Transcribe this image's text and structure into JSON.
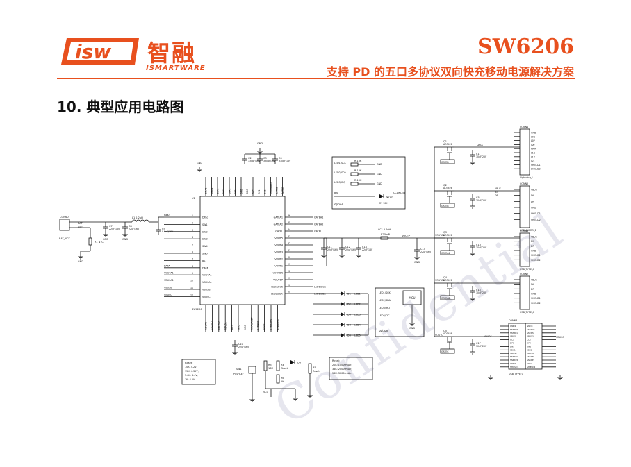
{
  "header": {
    "logo_word": "isw",
    "logo_cn": "智融",
    "logo_sub": "ISMARTWARE",
    "model": "SW6206",
    "subtitle": "支持 PD 的五口多协议双向快充移动电源解决方案"
  },
  "section": {
    "title": "10. 典型应用电路图"
  },
  "watermark": "Confidential",
  "schematic": {
    "ic": {
      "ref": "U1",
      "name": "SW6206"
    },
    "ic_left_pins": [
      {
        "num": "1",
        "name": "DPA3"
      },
      {
        "num": "2",
        "name": "SW1"
      },
      {
        "num": "3",
        "name": "SW2"
      },
      {
        "num": "4",
        "name": "SW3"
      },
      {
        "num": "5",
        "name": "SW4"
      },
      {
        "num": "6",
        "name": "SW5"
      },
      {
        "num": "7",
        "name": "BST"
      },
      {
        "num": "8",
        "name": "DATA"
      },
      {
        "num": "9",
        "name": "VOUTA1"
      },
      {
        "num": "10",
        "name": "VBUSA1"
      },
      {
        "num": "11",
        "name": "VBUSB"
      },
      {
        "num": "12",
        "name": "VBUSC"
      }
    ],
    "ic_left_nets": [
      "DPA3",
      "",
      "",
      "",
      "",
      "",
      "",
      "DATA",
      "VOUTA1",
      "VBUSA1",
      "VBUSB",
      "VBUSC"
    ],
    "ic_right_pins": [
      {
        "num": "36",
        "name": "GATEA1",
        "net": "GATEA1"
      },
      {
        "num": "35",
        "name": "GATEA2",
        "net": "GATEA2"
      },
      {
        "num": "34",
        "name": "GATEL",
        "net": "GATEL"
      },
      {
        "num": "33",
        "name": "VOUT5",
        "net": ""
      },
      {
        "num": "32",
        "name": "VOUT4",
        "net": ""
      },
      {
        "num": "31",
        "name": "VOUT3",
        "net": ""
      },
      {
        "num": "30",
        "name": "VOUT2",
        "net": ""
      },
      {
        "num": "29",
        "name": "VOUT1",
        "net": ""
      },
      {
        "num": "28",
        "name": "VOUTBN",
        "net": ""
      },
      {
        "num": "27",
        "name": "VOUTBP",
        "net": ""
      },
      {
        "num": "26",
        "name": "LED1/SCK",
        "net": "LED1/SCK"
      },
      {
        "num": "25",
        "name": "LED2/SDA",
        "net": "LED2/SDA"
      }
    ],
    "ic_top_pins": [
      "DMA2",
      "DMA1",
      "DPA1",
      "DPA2",
      "DPA1",
      "DPB",
      "DMB",
      "DMC",
      "DPC",
      "CC1",
      "CC2",
      "CCLIN/LED",
      "GATEB",
      "GATEE"
    ],
    "ic_bottom_pins": [
      "VOUTC",
      "VOUTA2",
      "VBUSA2",
      "VBUSL",
      "BAT",
      "NTC",
      "VCC",
      "VAAL/RSET",
      "LEDADC",
      "RSET",
      "LED3/IRQ",
      "LED4/IMC"
    ],
    "battery": {
      "header": "CONN0",
      "pin1": "BAT",
      "pin2": "NTC",
      "net": "BAT_NCK",
      "gnd": "GND",
      "ntc": "R1 NTC"
    },
    "caps": [
      {
        "ref": "C7",
        "val": "22uF/16V"
      },
      {
        "ref": "C8",
        "val": "22uF/16V"
      },
      {
        "ref": "C9",
        "val": "0.1uF/16V"
      },
      {
        "ref": "C2",
        "val": "330pF/16V"
      },
      {
        "ref": "C3",
        "val": "330pF/16V"
      },
      {
        "ref": "C4",
        "val": "330pF/16V"
      },
      {
        "ref": "C10",
        "val": "22uF/16V"
      },
      {
        "ref": "C11",
        "val": "22uF/16V"
      },
      {
        "ref": "C12",
        "val": "22uF/16V"
      },
      {
        "ref": "C14",
        "val": "22uF/16V"
      }
    ],
    "inductor": {
      "ref": "L1",
      "val": "2.2uH"
    },
    "led_box": {
      "rows": [
        "LED1/SCK",
        "LED2/SDA",
        "LED3/IRQ"
      ],
      "res": "R 10K",
      "gnd": "GND",
      "bat": "BAT",
      "d7": "D7",
      "red": "RLED",
      "r": "R7",
      "r_val": "10K",
      "led": "CCLINLED",
      "option": "option"
    },
    "led_chain": [
      "LED1",
      "LED2",
      "LED3",
      "LED4",
      "LED5"
    ],
    "mcu_box": {
      "pins": [
        "LED1/SCK",
        "LED2/SDA",
        "LED3/IRQ",
        "LED4/I2C"
      ],
      "mcu": "MCU",
      "gnd": "GND",
      "option": "option"
    },
    "rset_box": {
      "title": "Rbset:",
      "rows": [
        "70K:  4.2V;",
        "15K:  4.35V;",
        "5.6K: 4.4V;",
        "1K:   4.5V."
      ]
    },
    "rcap_box": {
      "title": "Rcset:",
      "rows": [
        "20K: 10000mAh;",
        "36K: 20000mAh;",
        "53K: 30000mAh."
      ]
    },
    "bottom_parts": [
      {
        "ref": "R3",
        "val": "16K"
      },
      {
        "ref": "R4",
        "val": "Rbset"
      },
      {
        "ref": "R5",
        "val": "Rcset"
      },
      {
        "ref": "R6",
        "val": "2K"
      },
      {
        "ref": "SW1",
        "val": "PUSHKEY"
      },
      {
        "ref": "D6",
        "val": "FLED"
      }
    ],
    "mosfets": [
      {
        "ref": "Q1",
        "model": "AO3428",
        "gate": "GATEB",
        "conn": "CONN1",
        "type": "Lightning_L"
      },
      {
        "ref": "Q2",
        "model": "AO3428",
        "gate": "GATEB",
        "conn": "CONN2",
        "type": "USB_MICRO_B"
      },
      {
        "ref": "Q3",
        "model": "AO3428",
        "gate": "GATEA1",
        "conn": "CONN3",
        "type": "USB_TYPE_A"
      },
      {
        "ref": "Q4",
        "model": "AO3428",
        "gate": "GATEA2",
        "conn": "CONN7",
        "type": "USB_TYPE_A"
      },
      {
        "ref": "Q5",
        "model": "AO3428",
        "gate": "GATEC",
        "conn": "CONN8",
        "type": "USB_TYPE_C"
      }
    ],
    "out_caps": [
      {
        "ref": "C1",
        "val": "10uF/25V"
      },
      {
        "ref": "C5",
        "val": "10uF/25V"
      },
      {
        "ref": "C13",
        "val": "10uF/25V"
      },
      {
        "ref": "C15",
        "val": "10uF/25V"
      },
      {
        "ref": "C17",
        "val": "10uF/25V"
      }
    ],
    "conn_a_pins": [
      "VBUS",
      "DM",
      "DP",
      "GND",
      "SHIELD1",
      "SHIELD2"
    ],
    "conn_l_pins": [
      "GND",
      "L0N",
      "L0P",
      "ID0",
      "PWR",
      "L1N",
      "L1P",
      "ID1",
      "SHIELD1",
      "SHIELD2"
    ],
    "conn_c_left": [
      "GND1",
      "SSTXN1",
      "SSTXP1",
      "VBUS1",
      "CC1",
      "DP1",
      "DN1",
      "SBU1",
      "VBUS2",
      "SSRXN2",
      "SSRXP2",
      "GND2",
      "SHIELD1"
    ],
    "conn_c_right": [
      "GND3",
      "SSTXN2",
      "SSTXP2",
      "VBUS3",
      "CC2",
      "DP2",
      "DN2",
      "SBU2",
      "VBUS4",
      "SSRXN1",
      "SSRXP1",
      "GND4",
      "SHIELD2"
    ],
    "nets": {
      "vout": "VOUTP",
      "voutc": "VOUTC",
      "vouta1": "VOUTA1",
      "vouta2": "VOUTA2",
      "vbusc": "VBUSC",
      "gnd": "GND",
      "vcc": "VCC",
      "data": "DATA",
      "vbus": "VBUS",
      "dm": "DM",
      "dp": "DP",
      "cc": "CC1",
      "r2": "R2",
      "r2_val": "5mR"
    }
  }
}
